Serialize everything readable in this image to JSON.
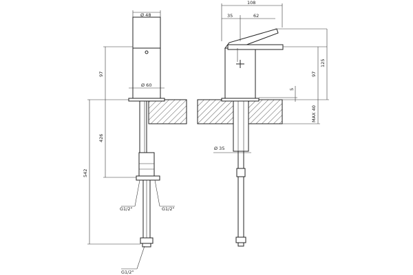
{
  "dimensions": {
    "front_top_diameter": "Ø 48",
    "front_base_diameter": "Ø 60",
    "front_body_height": "97",
    "front_shank_length": "426",
    "front_total_length": "542",
    "side_overall_width": "108",
    "side_left_offset": "35",
    "side_lever_length": "62",
    "side_body_height": "97",
    "side_total_height": "125",
    "side_base_thickness": "5",
    "side_max_deck": "MAX 40",
    "side_shank_diameter": "Ø 35"
  },
  "connections": {
    "left_inlet": "G1/2\"",
    "right_inlet": "G1/2\"",
    "bottom_outlet": "G1/2\""
  }
}
